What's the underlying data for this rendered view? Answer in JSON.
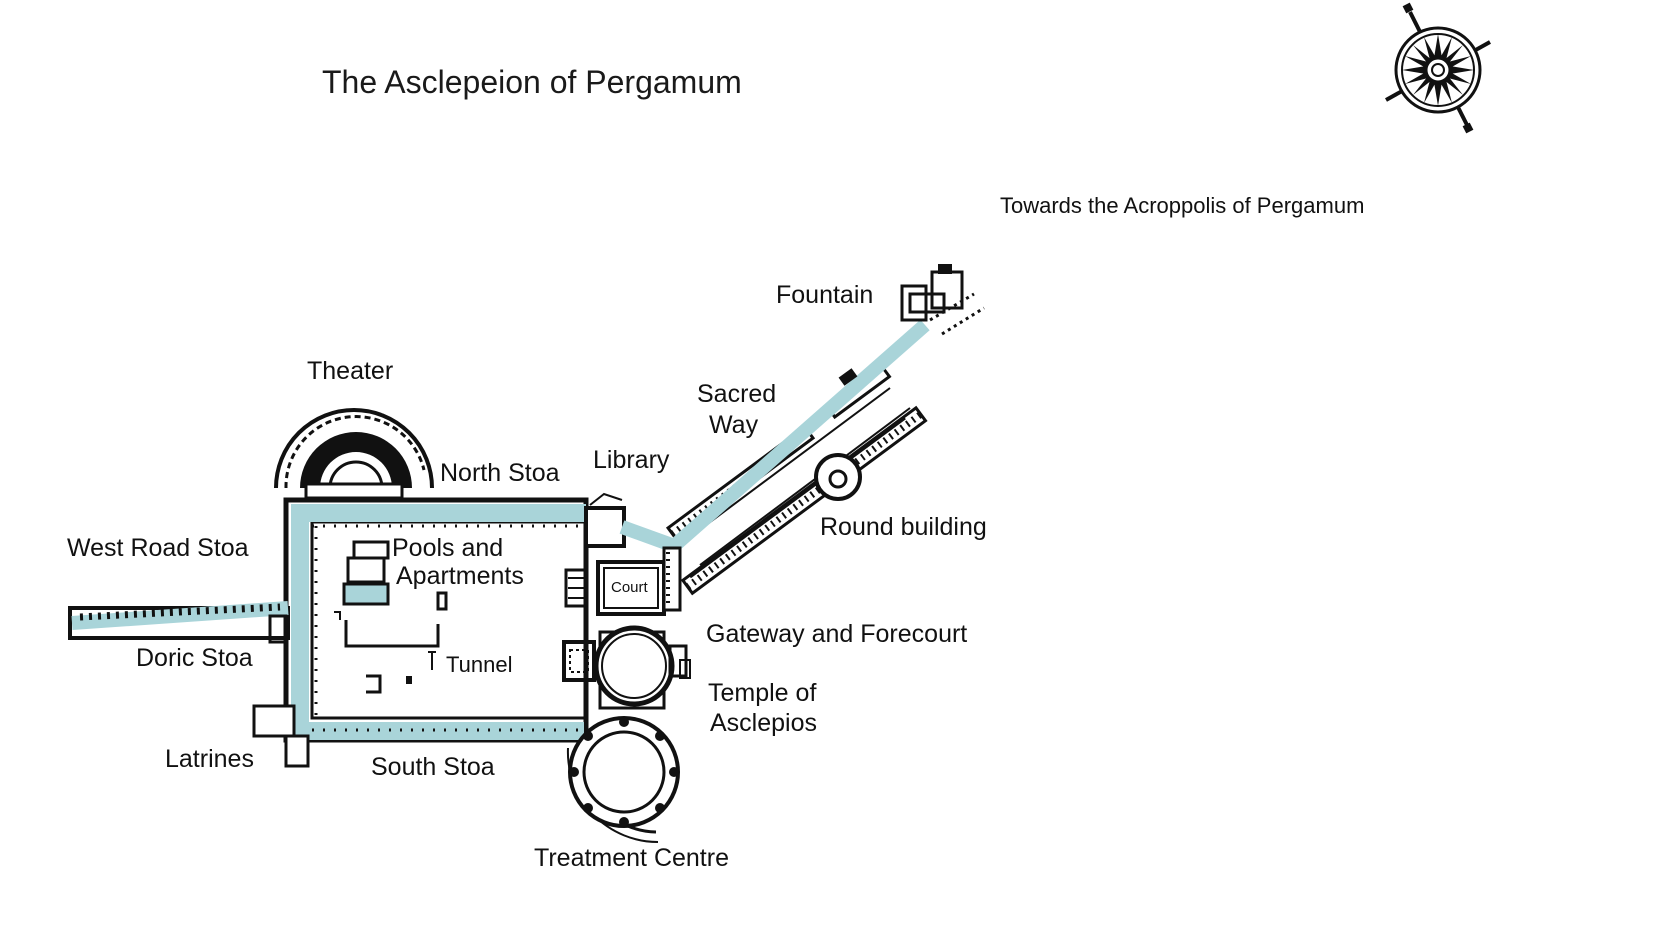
{
  "title": "The Asclepeion of Pergamum",
  "direction_label": "Towards the Acroppolis of Pergamum",
  "labels": {
    "fountain": "Fountain",
    "sacred_way_line1": "Sacred",
    "sacred_way_line2": "Way",
    "theater": "Theater",
    "library": "Library",
    "north_stoa": "North Stoa",
    "round_building": "Round building",
    "west_road_stoa": "West Road Stoa",
    "pools_line1": "Pools and",
    "pools_line2": "Apartments",
    "court": "Court",
    "gateway": "Gateway and Forecourt",
    "doric_stoa": "Doric Stoa",
    "tunnel": "Tunnel",
    "temple_line1": "Temple of",
    "temple_line2": "Asclepios",
    "latrines": "Latrines",
    "south_stoa": "South Stoa",
    "treatment_centre": "Treatment Centre"
  },
  "colors": {
    "path": "#a9d4d9",
    "ink": "#111111"
  },
  "icons": {
    "compass": "compass-rose-icon"
  }
}
